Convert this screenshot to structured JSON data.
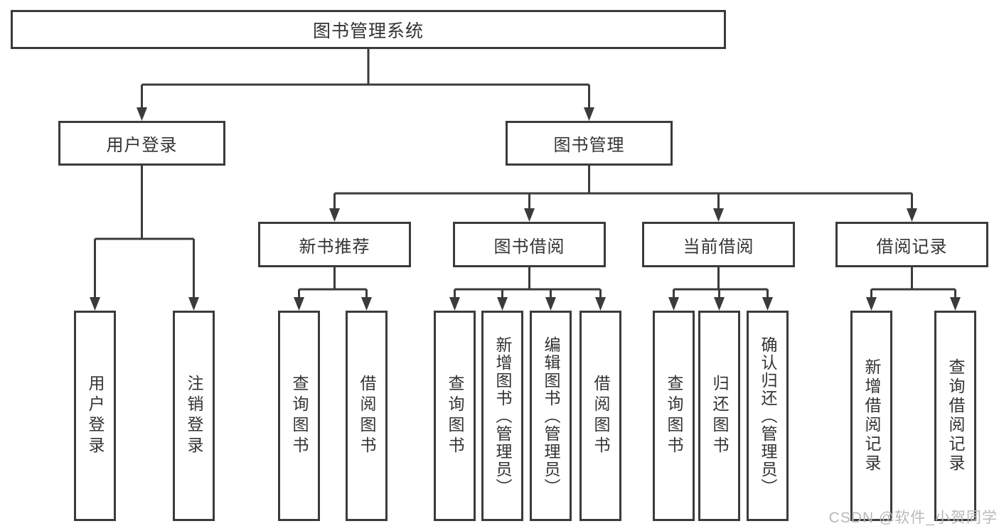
{
  "watermark": "CSDN @软件_小贺同学",
  "colors": {
    "line": "#3b3b3b",
    "text": "#333333",
    "background": "#ffffff",
    "watermark": "#b9b9b9"
  },
  "tree": {
    "root": {
      "label": "图书管理系统"
    },
    "branches": [
      {
        "label": "用户登录",
        "children": [
          {
            "label": "用户登录"
          },
          {
            "label": "注销登录"
          }
        ]
      },
      {
        "label": "图书管理",
        "children": [
          {
            "label": "新书推荐",
            "children": [
              {
                "label": "查询图书"
              },
              {
                "label": "借阅图书"
              }
            ]
          },
          {
            "label": "图书借阅",
            "children": [
              {
                "label": "查询图书"
              },
              {
                "label": "新增图书（管理员）"
              },
              {
                "label": "编辑图书（管理员）"
              },
              {
                "label": "借阅图书"
              }
            ]
          },
          {
            "label": "当前借阅",
            "children": [
              {
                "label": "查询图书"
              },
              {
                "label": "归还图书"
              },
              {
                "label": "确认归还（管理员）"
              }
            ]
          },
          {
            "label": "借阅记录",
            "children": [
              {
                "label": "新增借阅记录"
              },
              {
                "label": "查询借阅记录"
              }
            ]
          }
        ]
      }
    ]
  }
}
